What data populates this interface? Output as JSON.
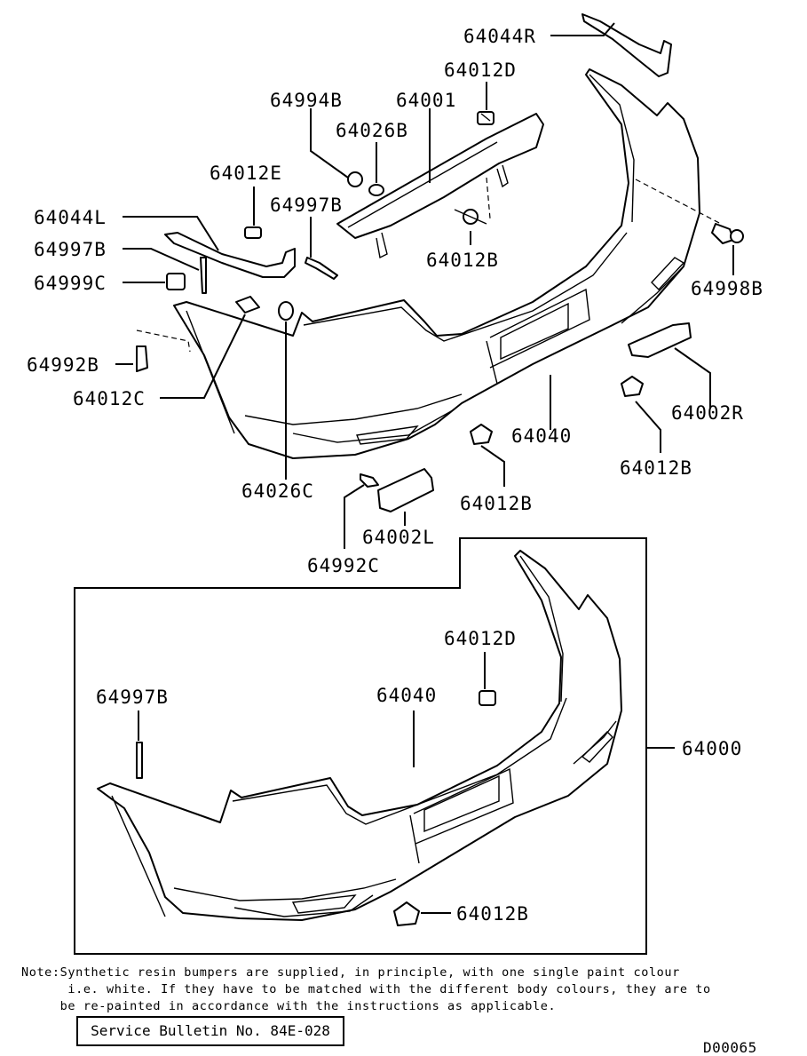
{
  "callouts": {
    "c_64044R": "64044R",
    "c_64012D_top": "64012D",
    "c_64994B": "64994B",
    "c_64001": "64001",
    "c_64026B": "64026B",
    "c_64012E": "64012E",
    "c_64997B_top": "64997B",
    "c_64044L": "64044L",
    "c_64997B_left": "64997B",
    "c_64999C": "64999C",
    "c_64012B_upper": "64012B",
    "c_64998B": "64998B",
    "c_64992B": "64992B",
    "c_64012C": "64012C",
    "c_64040_top": "64040",
    "c_64002R": "64002R",
    "c_64012B_right": "64012B",
    "c_64026C": "64026C",
    "c_64012B_mid": "64012B",
    "c_64002L": "64002L",
    "c_64992C": "64992C",
    "c_64012D_box": "64012D",
    "c_64997B_box": "64997B",
    "c_64040_box": "64040",
    "c_64000": "64000",
    "c_64012B_box": "64012B"
  },
  "note": {
    "line1": "Note:Synthetic resin bumpers are supplied, in principle, with one single paint colour",
    "line2": "      i.e. white. If they have to be matched with the different body colours, they are to",
    "line3": "     be re-painted in accordance with the instructions as applicable."
  },
  "bulletin": "Service Bulletin No. 84E-028",
  "doc_id": "D00065"
}
